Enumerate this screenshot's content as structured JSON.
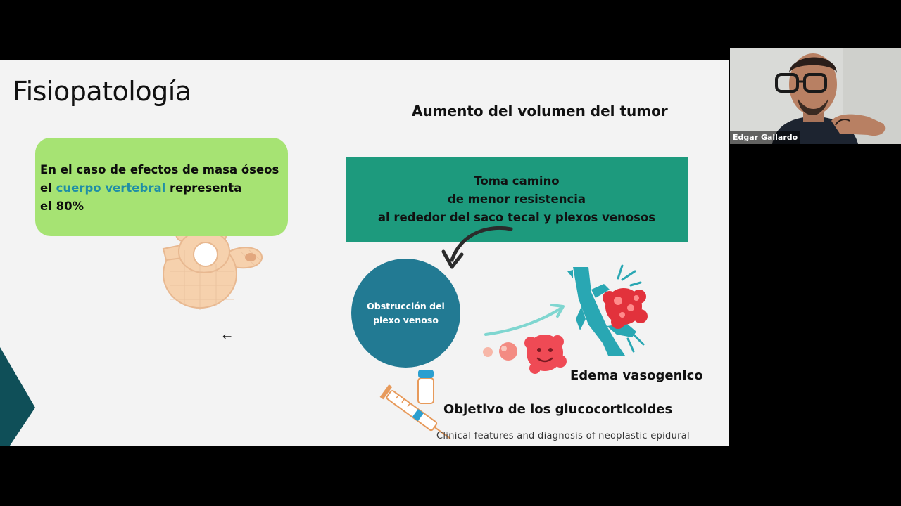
{
  "slide": {
    "title": "Fisiopatología",
    "subtitle": "Aumento del volumen del tumor",
    "green_box": {
      "line1": "En el caso de efectos de masa óseos",
      "line2_prefix": "el ",
      "line2_highlight": "cuerpo vertebral",
      "line2_suffix": " representa",
      "line3": "el 80%"
    },
    "teal_box": {
      "line1": "Toma camino",
      "line2": "de menor resistencia",
      "line3": "al rededor del saco tecal y plexos venosos"
    },
    "circle": {
      "line1": "Obstrucción del",
      "line2": "plexo venoso"
    },
    "edema_label": "Edema vasogenico",
    "objective_label": "Objetivo de los glucocorticoides",
    "citation": "Clinical features and diagnosis of neoplastic epidural"
  },
  "participant": {
    "name": "Edgar Gallardo"
  },
  "colors": {
    "green_box": "#a6e373",
    "teal_box": "#1d9a7d",
    "circle": "#227a93",
    "highlight": "#1f8ea6"
  },
  "icons": {
    "cursor": "←"
  }
}
